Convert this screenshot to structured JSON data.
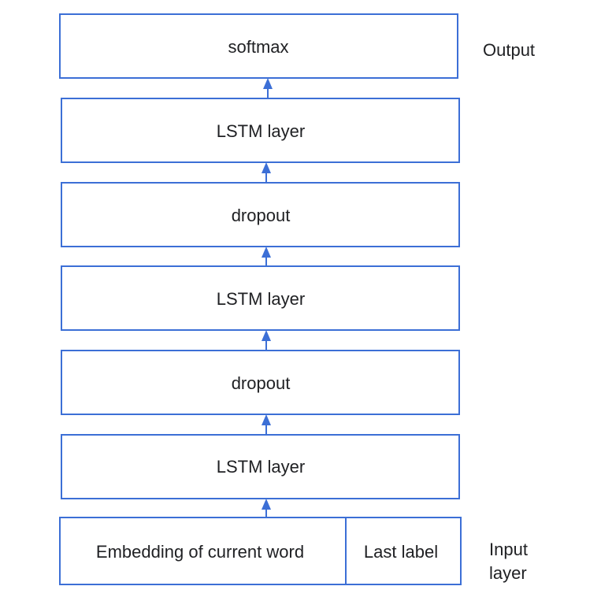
{
  "layers": {
    "softmax": "softmax",
    "lstm_3": "LSTM layer",
    "dropout_2": "dropout",
    "lstm_2": "LSTM layer",
    "dropout_1": "dropout",
    "lstm_1": "LSTM layer",
    "input_embedding": "Embedding of current word",
    "input_last_label": "Last label"
  },
  "side_labels": {
    "output": "Output",
    "input_line1": "Input",
    "input_line2": "layer"
  },
  "colors": {
    "stroke": "#3c6fd6",
    "text": "#202124",
    "background": "#ffffff"
  }
}
